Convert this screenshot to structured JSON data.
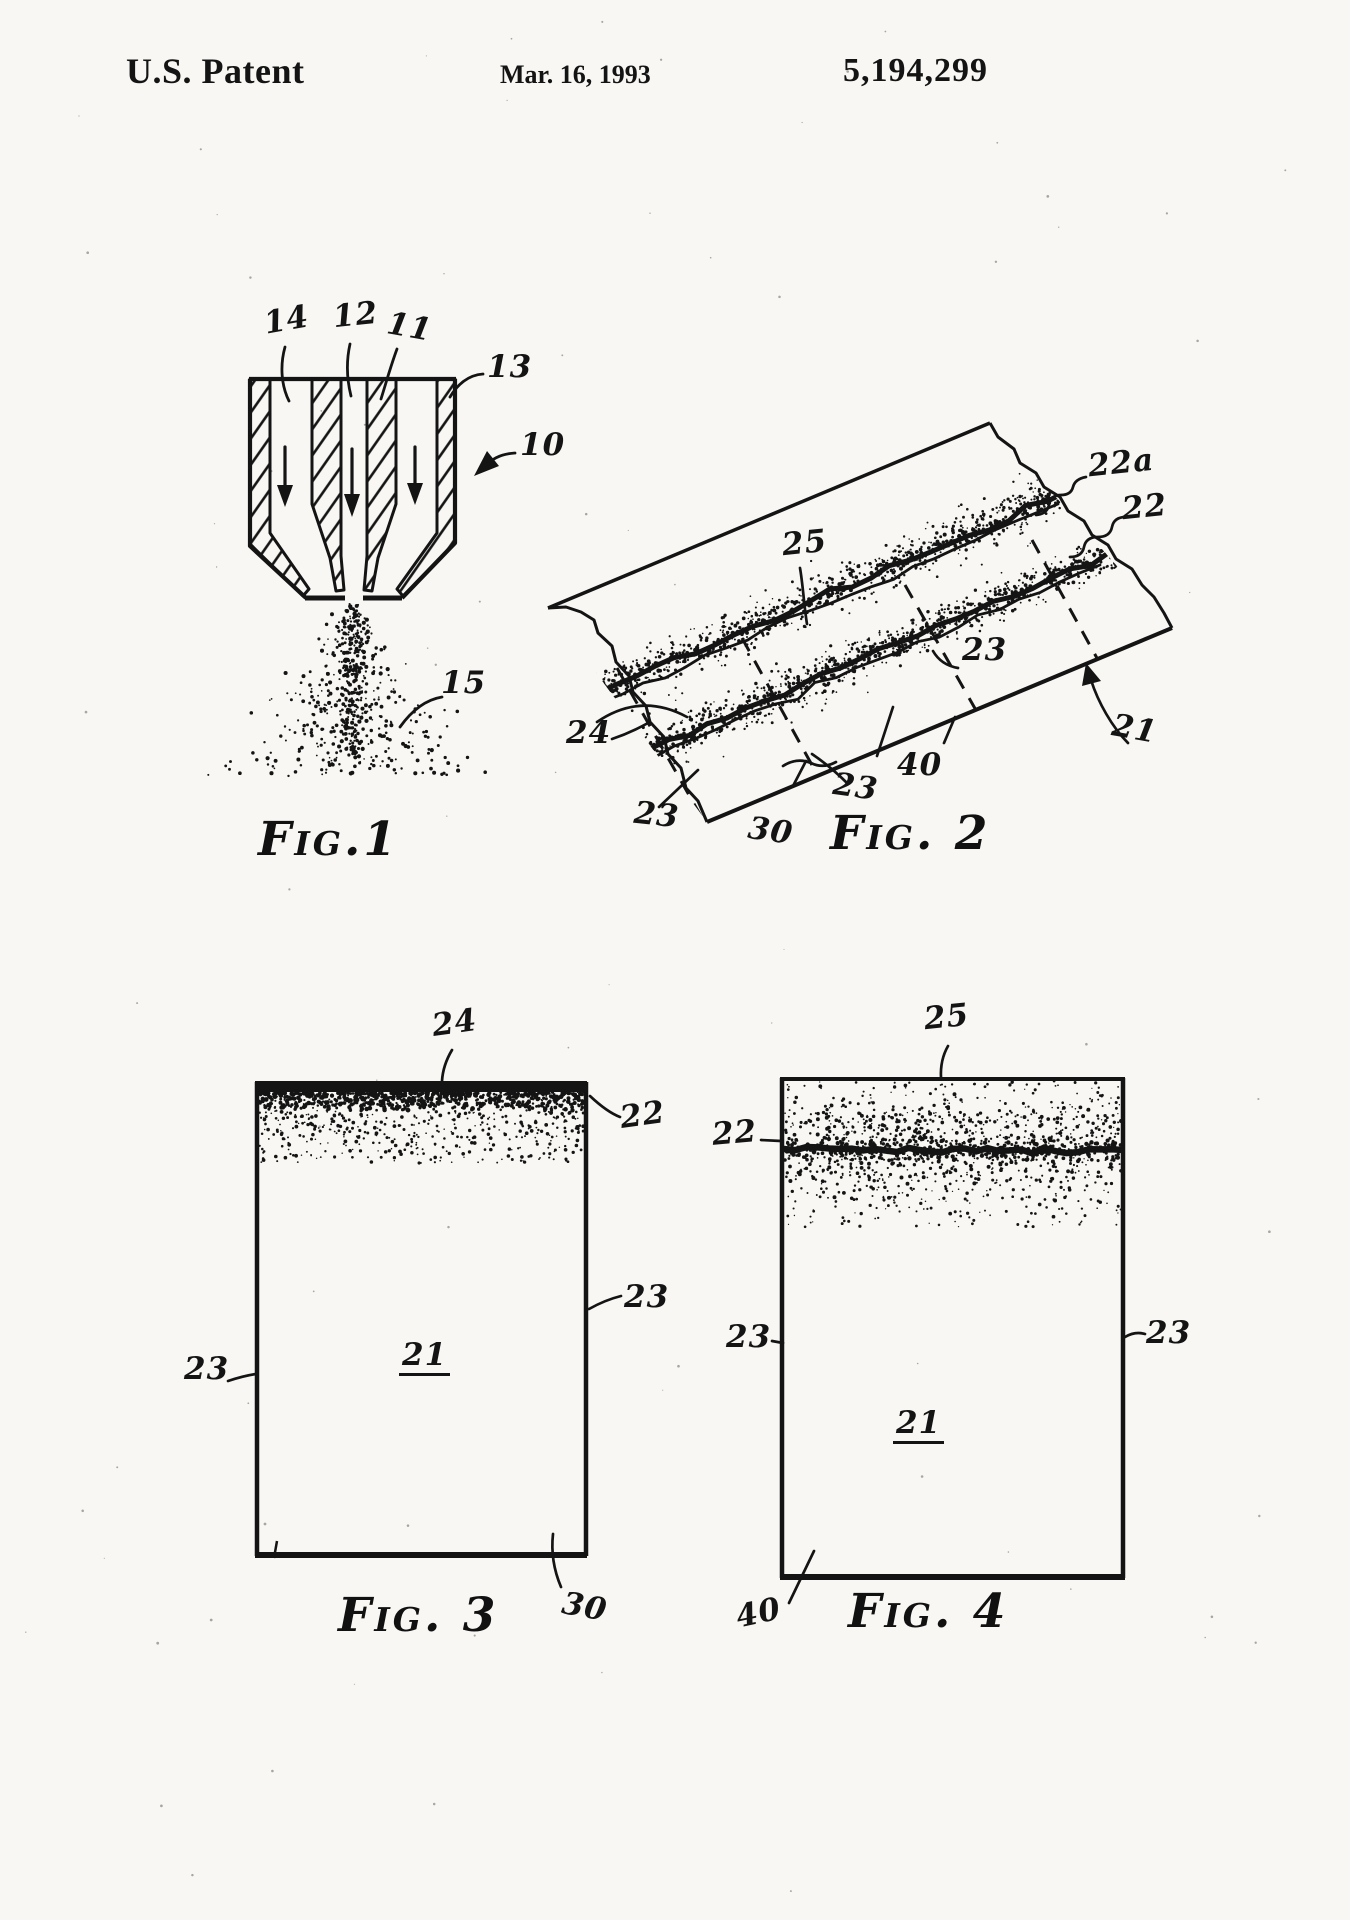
{
  "header": {
    "title": "U.S. Patent",
    "date": "Mar. 16, 1993",
    "patent_number": "5,194,299"
  },
  "fig1": {
    "caption": "Fig.1",
    "labels": {
      "n14": "14",
      "n12": "12",
      "n11": "11",
      "n13": "13",
      "n10": "10",
      "n15": "15"
    }
  },
  "fig2": {
    "caption": "Fig. 2",
    "labels": {
      "n22a": "22a",
      "n22": "22",
      "n25": "25",
      "n24": "24",
      "n23a": "23",
      "n23b": "23",
      "n23c": "23",
      "n30": "30",
      "n40": "40",
      "n21": "21"
    }
  },
  "fig3": {
    "caption": "Fig. 3",
    "labels": {
      "n24": "24",
      "n22": "22",
      "n23l": "23",
      "n23r": "23",
      "n21": "21",
      "n30": "30"
    }
  },
  "fig4": {
    "caption": "Fig. 4",
    "labels": {
      "n25": "25",
      "n22": "22",
      "n23l": "23",
      "n23r": "23",
      "n21": "21",
      "n40": "40"
    }
  }
}
